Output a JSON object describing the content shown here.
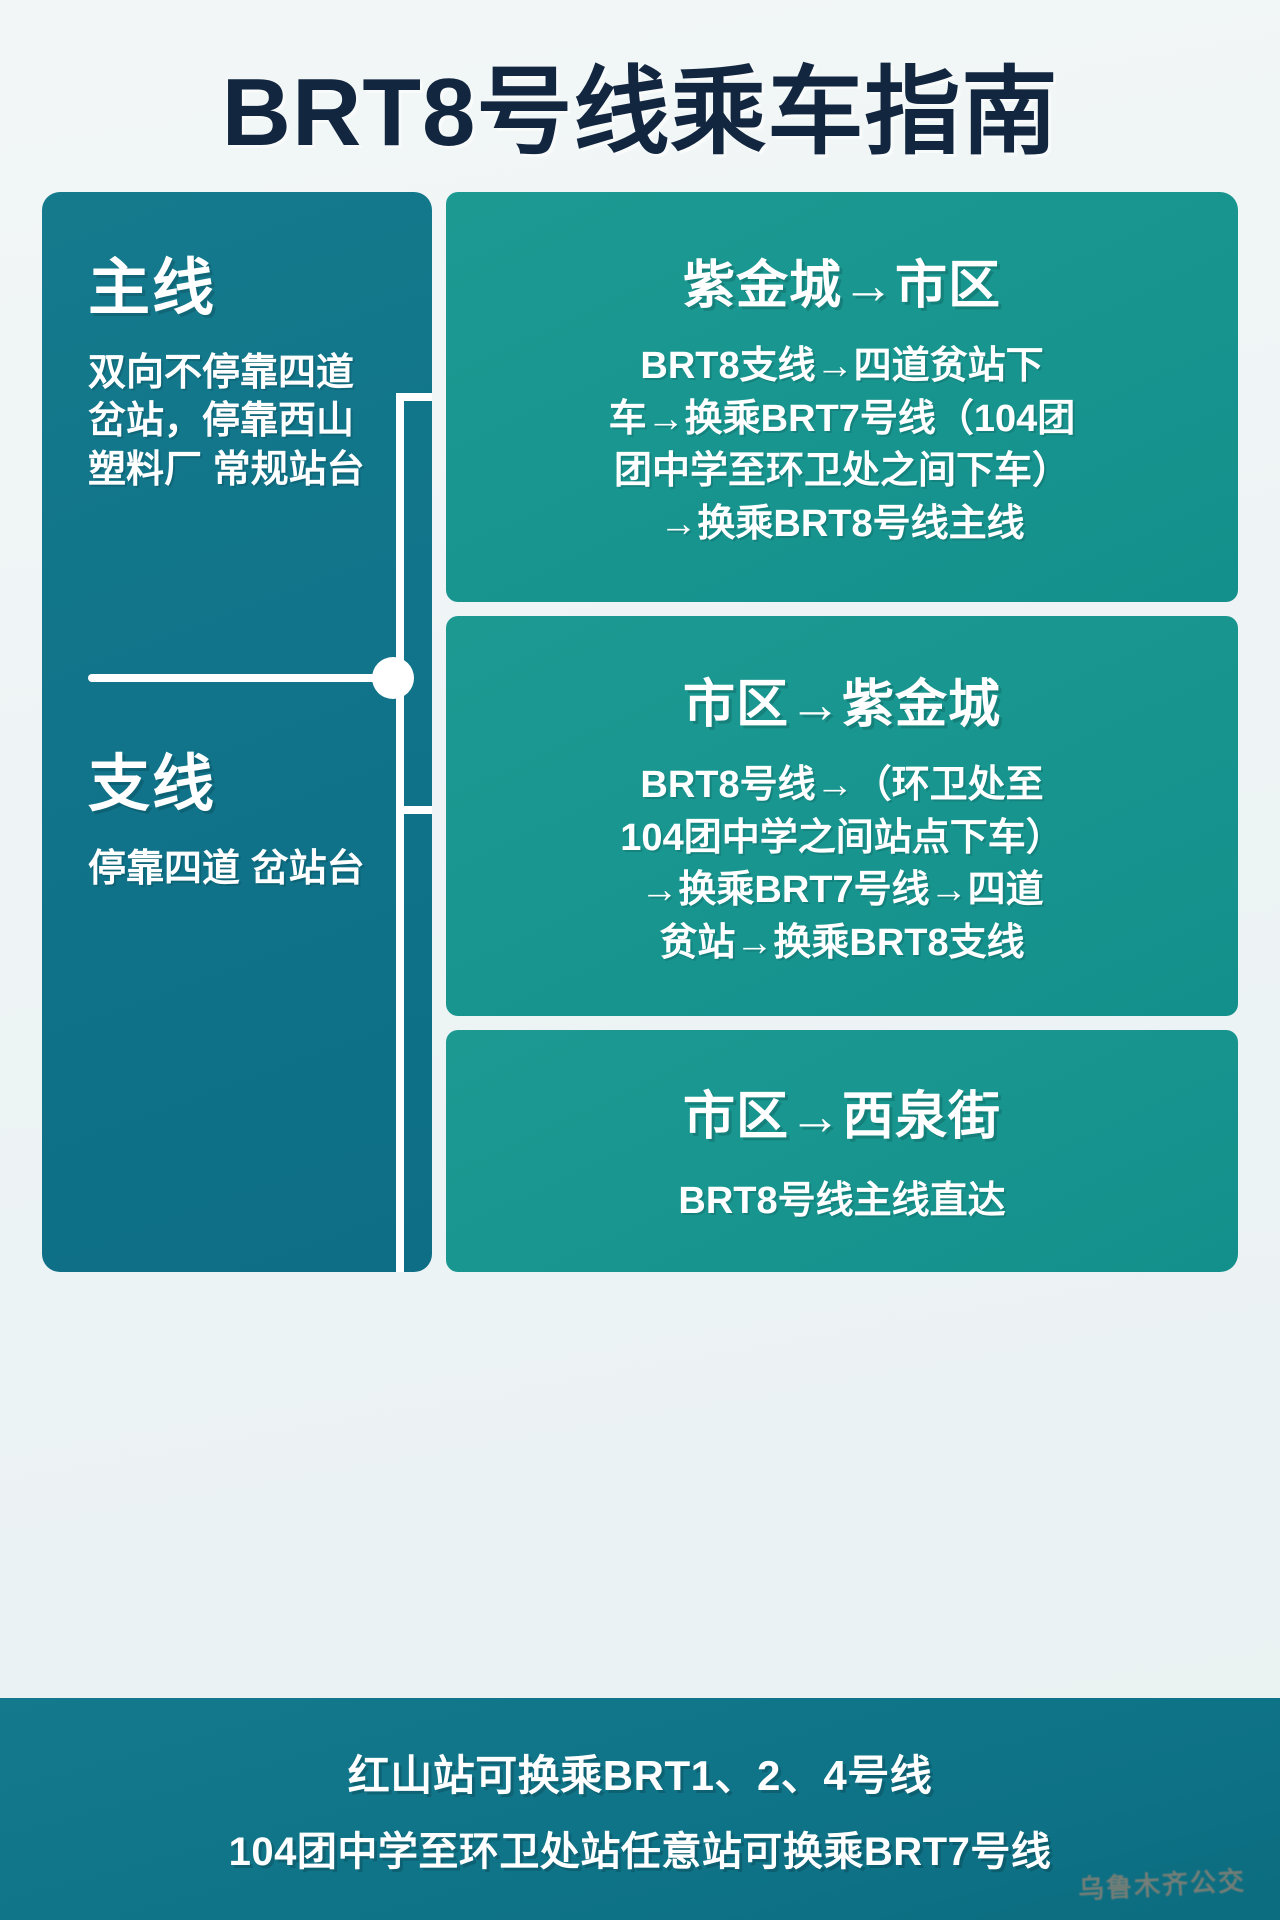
{
  "page": {
    "title": "BRT8号线乘车指南",
    "accent_teal_dark": "#11748a",
    "accent_teal_light": "#18958f",
    "title_color": "#12263f",
    "background": "#eef4f5"
  },
  "left_panel": {
    "mainline": {
      "heading": "主线",
      "description_lines": [
        "双向不停靠四道",
        "岔站，停靠西山",
        "塑料厂",
        "常规站台"
      ],
      "description": "双向不停靠四道岔站，停靠西山塑料厂 常规站台"
    },
    "branchline": {
      "heading": "支线",
      "description_lines": [
        "停靠四道",
        "岔站台"
      ],
      "description": "停靠四道岔站台"
    },
    "connector": {
      "node_icon": "circle-node-icon",
      "arrow_icon": "arrow-down-icon"
    }
  },
  "routes": [
    {
      "title": "紫金城→市区",
      "body_lines": [
        "BRT8支线→四道贫站下",
        "车→换乘BRT7号线（104团",
        "团中学至环卫处之间下车）",
        "→换乘BRT8号线主线"
      ]
    },
    {
      "title": "市区→紫金城",
      "body_lines": [
        "BRT8号线→（环卫处至",
        "104团中学之间站点下车）",
        "→换乘BRT7号线→四道",
        "贫站→换乘BRT8支线"
      ]
    },
    {
      "title": "市区→西泉街",
      "body_lines": [
        "BRT8号线主线直达"
      ]
    }
  ],
  "footer": {
    "lines": [
      "红山站可换乘BRT1、2、4号线",
      "104团中学至环卫处站任意站可换乘BRT7号线"
    ],
    "watermark": "乌鲁木齐公交"
  }
}
